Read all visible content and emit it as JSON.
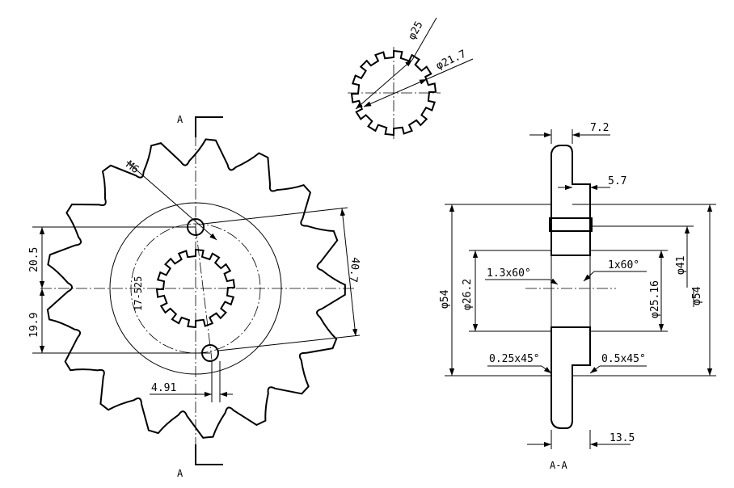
{
  "section_marks": {
    "top": "A",
    "bottom": "A",
    "view_label": "A-A"
  },
  "left_view": {
    "thread": "M6",
    "dim_upper": "20.5",
    "dim_lower": "19.9",
    "dim_pcd": "40.7",
    "dim_spline": "17-525",
    "dim_hole": "4.91"
  },
  "spline_detail": {
    "outer": "φ25",
    "inner": "φ21.7"
  },
  "section_view": {
    "width_top": "7.2",
    "width_mid": "5.7",
    "hub_width": "13.5",
    "od_left": "φ54",
    "od_right": "φ54",
    "bore": "φ26.2",
    "bore_right": "φ25.16",
    "hub_dia": "φ41",
    "chamfer_left": "1.3x60°",
    "chamfer_right": "1x60°",
    "edge_left": "0.25x45°",
    "edge_right": "0.5x45°"
  }
}
